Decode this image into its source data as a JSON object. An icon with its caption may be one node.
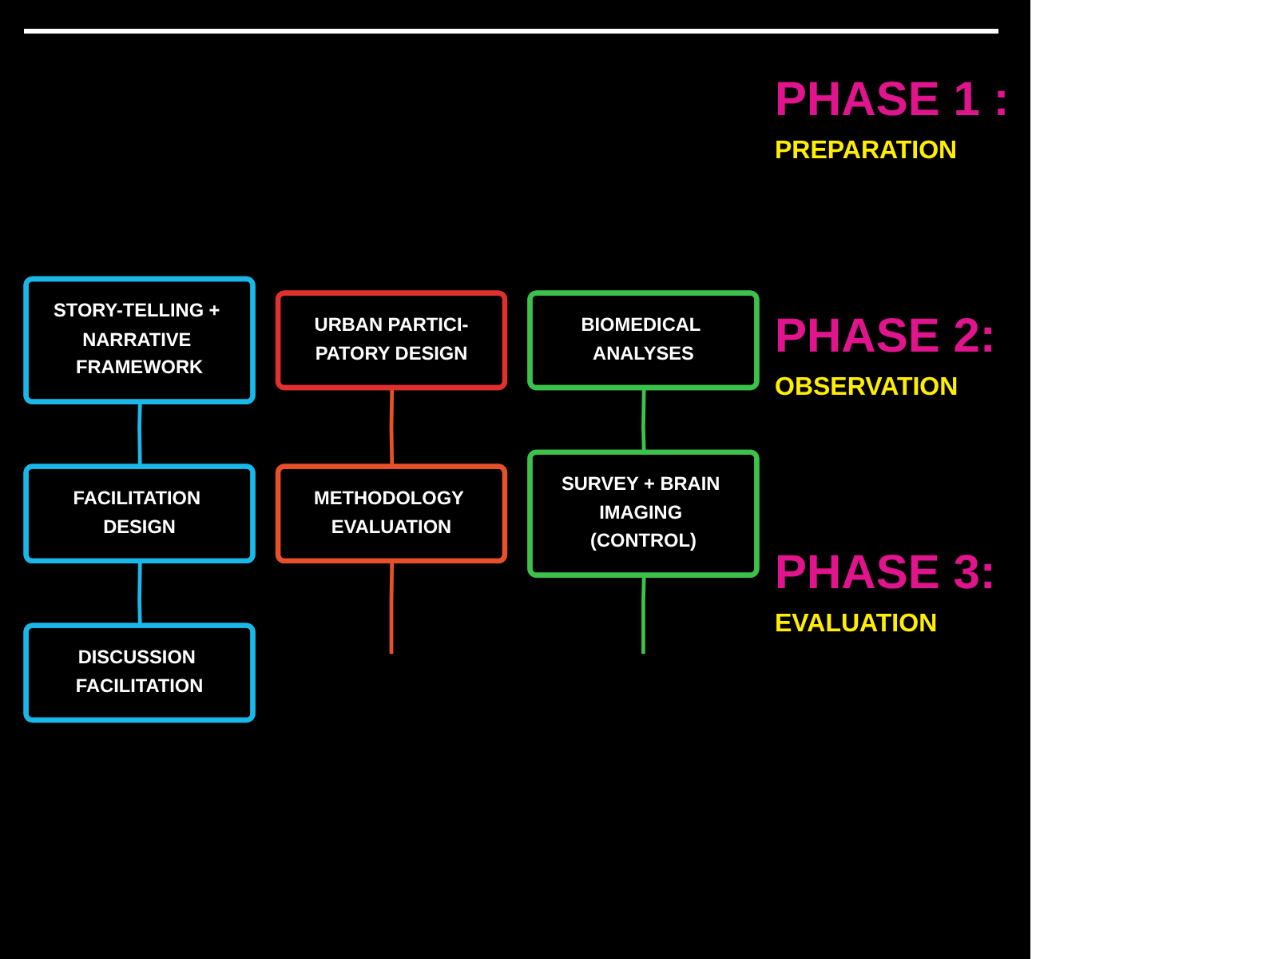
{
  "diagram": {
    "nodes": [
      {
        "text": [
          "STORY-TELLING + NARRATIVE FRAMEWORK"
        ]
      },
      {
        "text": [
          "URBAN PARTICI-PATORY DESIGN"
        ]
      },
      {
        "text": [
          "BIOMEDICAL ANALYSES"
        ]
      },
      {
        "text": [
          "FACILITATION DESIGN"
        ]
      },
      {
        "text": [
          "METHODOLOGY EVALUATION"
        ]
      },
      {
        "text": [
          "DISCUSSION FACILITATION"
        ]
      },
      {
        "text": [
          "SURVEY + BRAIN IMAGING (CONTROL)"
        ]
      }
    ],
    "edges": [
      {
        "from": 0,
        "to": 3,
        "arrow": "none",
        "color": "#1ab8e8"
      },
      {
        "from": 1,
        "to": 4,
        "arrow": "none",
        "color": "#e8502a"
      },
      {
        "from": 2,
        "to": 6,
        "arrow": "none",
        "color": "#3cc24a"
      },
      {
        "from": 3,
        "to": 5,
        "arrow": "none",
        "color": "#1ab8e8"
      },
      {
        "from": 4,
        "to": null,
        "arrow": "none",
        "color": "#e8502a"
      },
      {
        "from": 6,
        "to": null,
        "arrow": "none",
        "color": "#3cc24a"
      }
    ],
    "labels": [
      "PHASE 1 :",
      "PREPARATION",
      "PHASE 2:",
      "OBSERVATION",
      "PHASE 3:",
      "EVALUATION"
    ]
  }
}
